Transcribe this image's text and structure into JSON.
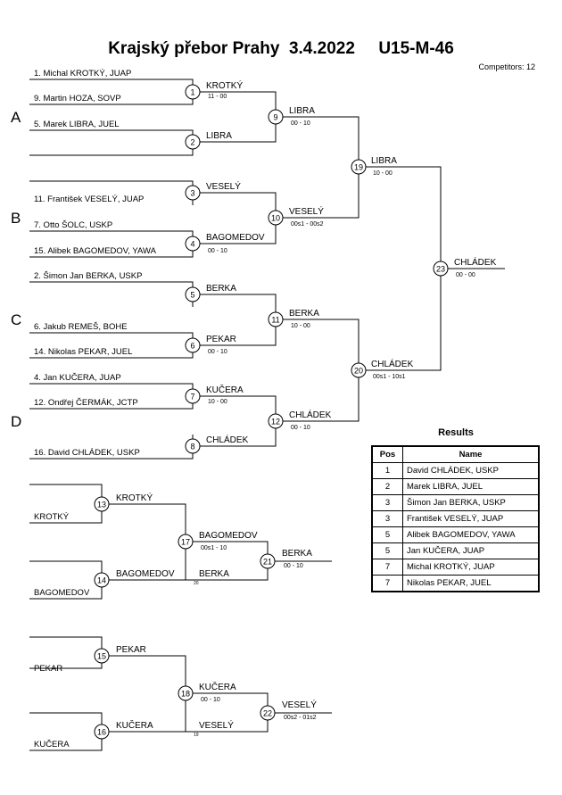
{
  "header": {
    "title": "Krajský přebor Prahy  3.4.2022     U15-M-46",
    "competitors": "Competitors: 12"
  },
  "pools": [
    "A",
    "B",
    "C",
    "D"
  ],
  "entrants": [
    "1. Michal KROTKÝ, JUAP",
    "9. Martin HOZA, SOVP",
    "5. Marek LIBRA, JUEL",
    "11. František VESELÝ, JUAP",
    "7. Otto ŠOLC, USKP",
    "15. Alibek BAGOMEDOV, YAWA",
    "2. Šimon Jan BERKA, USKP",
    "6. Jakub REMEŠ, BOHE",
    "14. Nikolas PEKAR, JUEL",
    "4. Jan KUČERA, JUAP",
    "12. Ondřej ČERMÁK, JCTP",
    "16. David CHLÁDEK, USKP"
  ],
  "matches": [
    {
      "no": "1",
      "winner": "KROTKÝ",
      "score": "11 - 00"
    },
    {
      "no": "2",
      "winner": "LIBRA",
      "score": ""
    },
    {
      "no": "3",
      "winner": "VESELÝ",
      "score": ""
    },
    {
      "no": "4",
      "winner": "BAGOMEDOV",
      "score": "00 - 10"
    },
    {
      "no": "5",
      "winner": "BERKA",
      "score": ""
    },
    {
      "no": "6",
      "winner": "PEKAR",
      "score": "00 - 10"
    },
    {
      "no": "7",
      "winner": "KUČERA",
      "score": "10 - 00"
    },
    {
      "no": "8",
      "winner": "CHLÁDEK",
      "score": ""
    },
    {
      "no": "9",
      "winner": "LIBRA",
      "score": "00 - 10"
    },
    {
      "no": "10",
      "winner": "VESELÝ",
      "score": "00s1 - 00s2"
    },
    {
      "no": "11",
      "winner": "BERKA",
      "score": "10 - 00"
    },
    {
      "no": "12",
      "winner": "CHLÁDEK",
      "score": "00 - 10"
    },
    {
      "no": "19",
      "winner": "LIBRA",
      "score": "10 - 00"
    },
    {
      "no": "20",
      "winner": "CHLÁDEK",
      "score": "00s1 - 10s1"
    },
    {
      "no": "23",
      "winner": "CHLÁDEK",
      "score": "00 - 00"
    }
  ],
  "repechage": {
    "entrants": [
      "KROTKÝ",
      "BAGOMEDOV",
      "PEKAR",
      "KUČERA"
    ],
    "matches": [
      {
        "no": "13",
        "winner": "KROTKÝ",
        "score": ""
      },
      {
        "no": "14",
        "winner": "BAGOMEDOV",
        "score": ""
      },
      {
        "no": "15",
        "winner": "PEKAR",
        "score": ""
      },
      {
        "no": "16",
        "winner": "KUČERA",
        "score": ""
      },
      {
        "no": "17",
        "winner": "BAGOMEDOV",
        "score": "00s1 - 10"
      },
      {
        "no": "18",
        "winner": "KUČERA",
        "score": "00 - 10"
      },
      {
        "no": "21",
        "winner": "BERKA",
        "score": "00 - 10"
      },
      {
        "no": "22",
        "winner": "VESELÝ",
        "score": "00s2 - 01s2"
      }
    ],
    "semi_entrants": [
      {
        "name": "BERKA",
        "note": "20"
      },
      {
        "name": "VESELÝ",
        "note": "19"
      }
    ]
  },
  "results": {
    "title": "Results",
    "headers": [
      "Pos",
      "Name"
    ],
    "rows": [
      {
        "pos": "1",
        "name": "David CHLÁDEK, USKP"
      },
      {
        "pos": "2",
        "name": "Marek LIBRA, JUEL"
      },
      {
        "pos": "3",
        "name": "Šimon Jan BERKA, USKP"
      },
      {
        "pos": "3",
        "name": "František VESELÝ, JUAP"
      },
      {
        "pos": "5",
        "name": "Alibek BAGOMEDOV, YAWA"
      },
      {
        "pos": "5",
        "name": "Jan KUČERA, JUAP"
      },
      {
        "pos": "7",
        "name": "Michal KROTKÝ, JUAP"
      },
      {
        "pos": "7",
        "name": "Nikolas PEKAR, JUEL"
      }
    ]
  }
}
